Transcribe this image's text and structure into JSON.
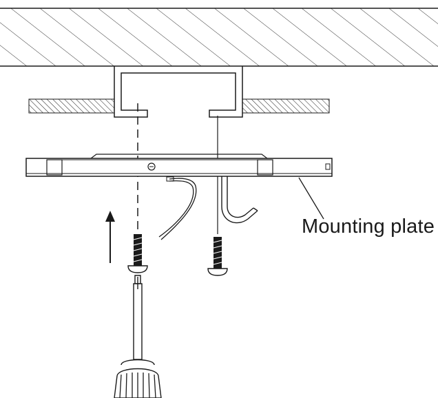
{
  "labels": {
    "mounting_plate": "Mounting plate"
  },
  "colors": {
    "line": "#1a1a1a",
    "background": "#ffffff"
  },
  "parts": [
    "ceiling-slab",
    "recessed-channel",
    "ceiling-panel-left",
    "ceiling-panel-right",
    "mounting-plate",
    "lamp-wire",
    "safety-hook",
    "screw-left",
    "screw-right",
    "screwdriver",
    "direction-arrow"
  ]
}
